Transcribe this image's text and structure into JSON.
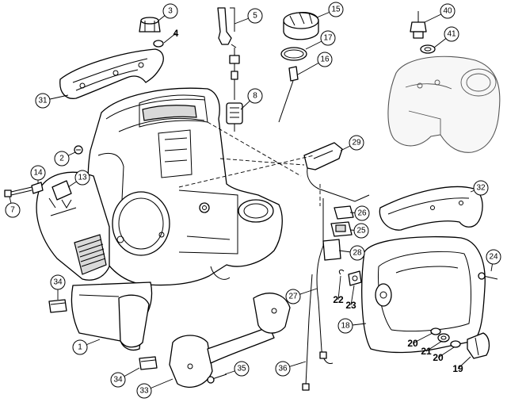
{
  "diagram": {
    "type": "exploded-parts-diagram",
    "callouts": [
      {
        "id": "c3",
        "number": "3"
      },
      {
        "id": "c4",
        "number": "4"
      },
      {
        "id": "c5",
        "number": "5"
      },
      {
        "id": "c15",
        "number": "15"
      },
      {
        "id": "c17",
        "number": "17"
      },
      {
        "id": "c16",
        "number": "16"
      },
      {
        "id": "c40",
        "number": "40"
      },
      {
        "id": "c41",
        "number": "41"
      },
      {
        "id": "c31",
        "number": "31"
      },
      {
        "id": "c8",
        "number": "8"
      },
      {
        "id": "c2",
        "number": "2"
      },
      {
        "id": "c29",
        "number": "29"
      },
      {
        "id": "c14",
        "number": "14"
      },
      {
        "id": "c13",
        "number": "13"
      },
      {
        "id": "c7",
        "number": "7"
      },
      {
        "id": "c32",
        "number": "32"
      },
      {
        "id": "c26",
        "number": "26"
      },
      {
        "id": "c25",
        "number": "25"
      },
      {
        "id": "c28",
        "number": "28"
      },
      {
        "id": "c24",
        "number": "24"
      },
      {
        "id": "c34a",
        "number": "34"
      },
      {
        "id": "c27",
        "number": "27"
      },
      {
        "id": "c22",
        "number": "22"
      },
      {
        "id": "c23",
        "number": "23"
      },
      {
        "id": "c18",
        "number": "18"
      },
      {
        "id": "c1",
        "number": "1"
      },
      {
        "id": "c20a",
        "number": "20"
      },
      {
        "id": "c21",
        "number": "21"
      },
      {
        "id": "c20b",
        "number": "20"
      },
      {
        "id": "c34b",
        "number": "34"
      },
      {
        "id": "c35",
        "number": "35"
      },
      {
        "id": "c36",
        "number": "36"
      },
      {
        "id": "c19",
        "number": "19"
      },
      {
        "id": "c33",
        "number": "33"
      }
    ]
  }
}
